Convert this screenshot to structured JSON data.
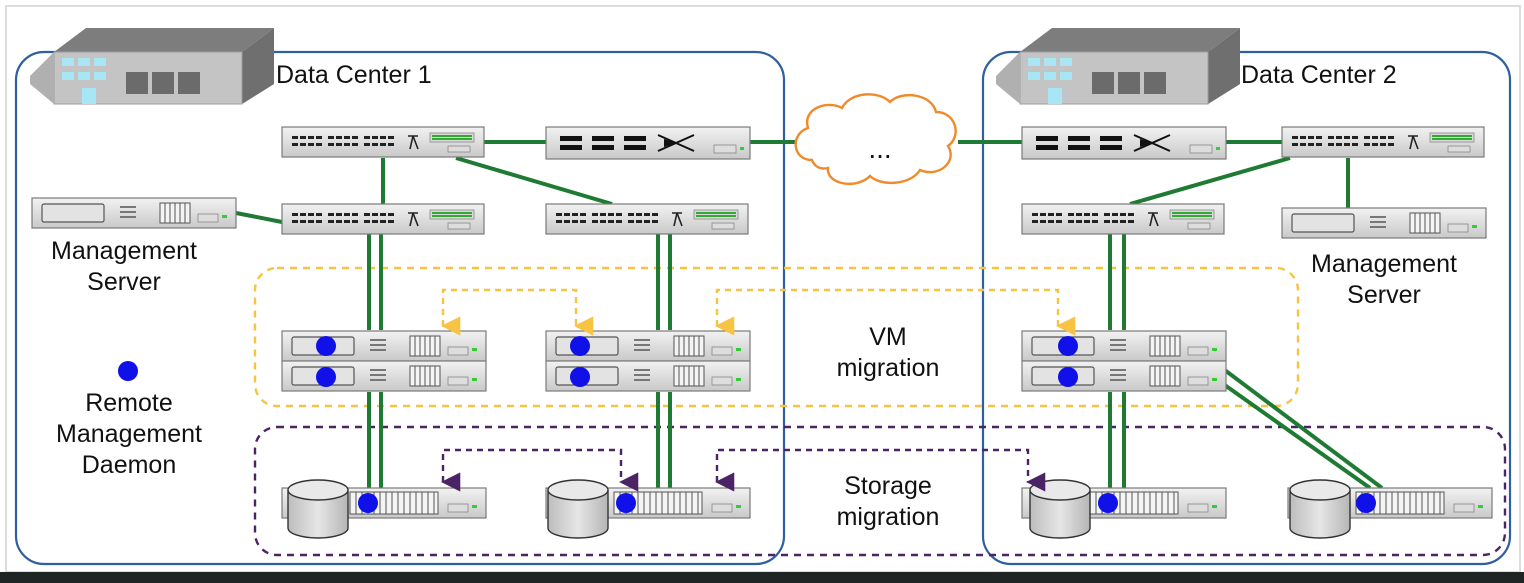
{
  "data_centers": {
    "dc1_title": "Data Center 1",
    "dc2_title": "Data Center 2"
  },
  "labels": {
    "management_server_left_line1": "Management",
    "management_server_left_line2": "Server",
    "management_server_right_line1": "Management",
    "management_server_right_line2": "Server",
    "remote_daemon_line1": "Remote",
    "remote_daemon_line2": "Management",
    "remote_daemon_line3": "Daemon",
    "cloud_text": "...",
    "vm_migration_line1": "VM",
    "vm_migration_line2": "migration",
    "storage_migration_line1": "Storage",
    "storage_migration_line2": "migration"
  },
  "colors": {
    "dc_border": "#2e5f9e",
    "network_link": "#1f7a33",
    "vm_migration": "#f6c343",
    "storage_migration": "#4b2466",
    "cloud_outline": "#f08a2a",
    "daemon_dot": "#1010e8"
  }
}
